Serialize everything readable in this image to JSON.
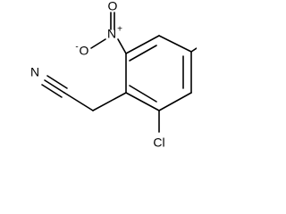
{
  "molecule": {
    "atoms": {
      "n_nitro": "N",
      "n_nitro_charge": "+",
      "o_top": "O",
      "o_left": "O",
      "o_left_charge": "-",
      "n_nitrile": "N",
      "cl": "Cl"
    }
  }
}
